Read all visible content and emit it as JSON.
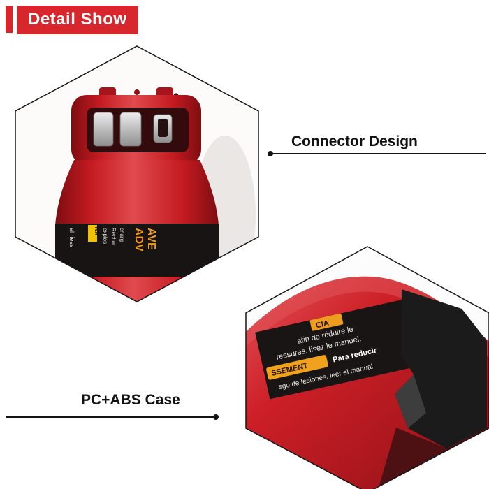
{
  "badge": {
    "title": "Detail Show"
  },
  "annotations": {
    "connector": {
      "label": "Connector Design"
    },
    "case": {
      "label": "PC+ABS Case"
    }
  },
  "photo_top": {
    "label": {
      "edge": "el riess",
      "warn": "WA",
      "line1": "explos",
      "line2": "Rechar",
      "line3": "charg",
      "orange1": "ADV",
      "orange2": "AVE"
    }
  },
  "photo_bottom": {
    "label": {
      "badge_top": "CIA",
      "line1": "atin de réduire le",
      "line2": "ressures, lisez le manuel.",
      "badge_mid": "SSEMENT",
      "line3": "Para reducir",
      "line4": "sgo de lesiones, leer el manual."
    }
  },
  "colors": {
    "brand_red": "#d7262c",
    "battery_red": "#c41b21",
    "label_orange": "#f0a21c",
    "line_black": "#141414"
  }
}
